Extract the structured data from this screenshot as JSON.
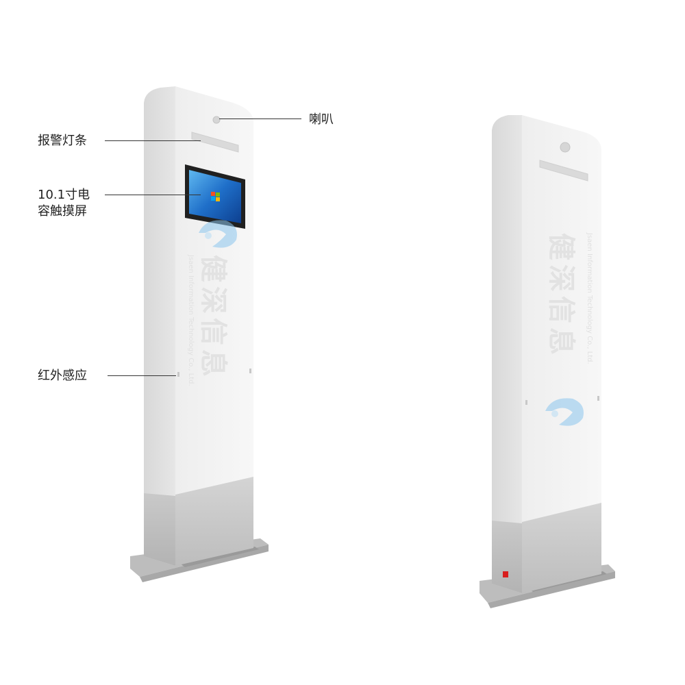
{
  "callouts": {
    "speaker": "喇叭",
    "alarm_light": "报警灯条",
    "touch_screen": "10.1寸电\n容触摸屏",
    "infrared": "红外感应"
  },
  "brand": {
    "name": "健深信息",
    "english": "Jsaen Information Technology Co., Ltd."
  },
  "colors": {
    "panel": "#f3f3f3",
    "side": "#dcdcdc",
    "base_metal": "#c8c8c8",
    "logo_blue": "#3a8fd6",
    "screen_blue": "#1f6fc9",
    "indicator_red": "#d81e1e"
  }
}
